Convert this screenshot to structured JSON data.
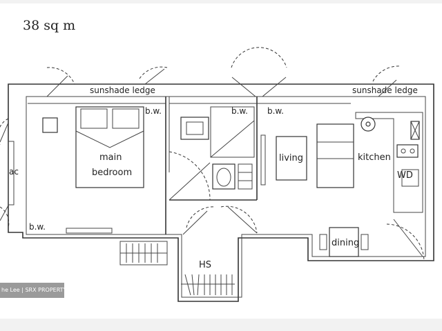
{
  "area": "38 sq m",
  "watermark": "he Lee | SRX PROPERTY",
  "labels": {
    "sunshade_left": "sunshade ledge",
    "sunshade_right": "sunshade ledge",
    "bw_bedroom_top": "b.w.",
    "bw_bath": "b.w.",
    "bw_living": "b.w.",
    "bw_bedroom_bottom": "b.w.",
    "ac": "ac",
    "bedroom_line1": "main",
    "bedroom_line2": "bedroom",
    "living": "living",
    "kitchen": "kitchen",
    "wd": "WD",
    "dining": "dining",
    "hs": "HS"
  }
}
